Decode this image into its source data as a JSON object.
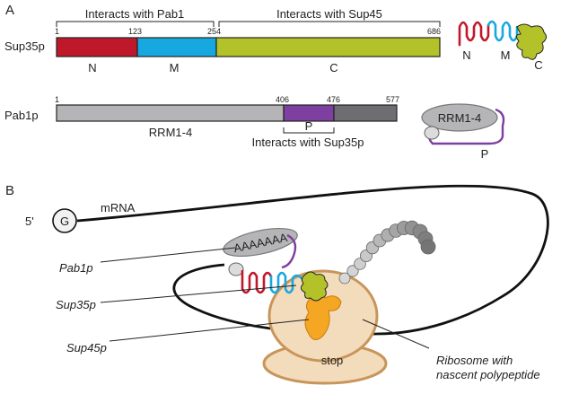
{
  "panels": {
    "a": "A",
    "b": "B"
  },
  "sup35": {
    "name": "Sup35p",
    "positions": [
      "1",
      "123",
      "254",
      "686"
    ],
    "domains": [
      "N",
      "M",
      "C"
    ],
    "bracket_pab1": "Interacts with Pab1",
    "bracket_sup45": "Interacts with Sup45",
    "colors": {
      "N": "#c0182b",
      "M": "#18a8e0",
      "C": "#b4c22a"
    }
  },
  "pab1": {
    "name": "Pab1p",
    "positions": [
      "1",
      "406",
      "476",
      "577"
    ],
    "region_rrm": "RRM1-4",
    "region_p": "P",
    "bracket_sup35": "Interacts with Sup35p",
    "colors": {
      "rrm": "#b5b5b8",
      "p": "#7d3fa0",
      "tail": "#6e6e72"
    }
  },
  "legend": {
    "sup35_labels": [
      "N",
      "M",
      "C"
    ],
    "pab1_rrm": "RRM1-4",
    "pab1_p": "P"
  },
  "model": {
    "five_prime": "5'",
    "cap": "G",
    "mrna": "mRNA",
    "polya": "AAAAAAA",
    "stop": "stop",
    "labels": {
      "pab1p": "Pab1p",
      "sup35p": "Sup35p",
      "sup45p": "Sup45p",
      "ribosome_line1": "Ribosome with",
      "ribosome_line2": "nascent polypeptide"
    },
    "colors": {
      "ribosome": "#f3dcbc",
      "ribosome_edge": "#c8955a",
      "sup45": "#f5a623",
      "polypeptide": "#8a8a8e"
    }
  }
}
